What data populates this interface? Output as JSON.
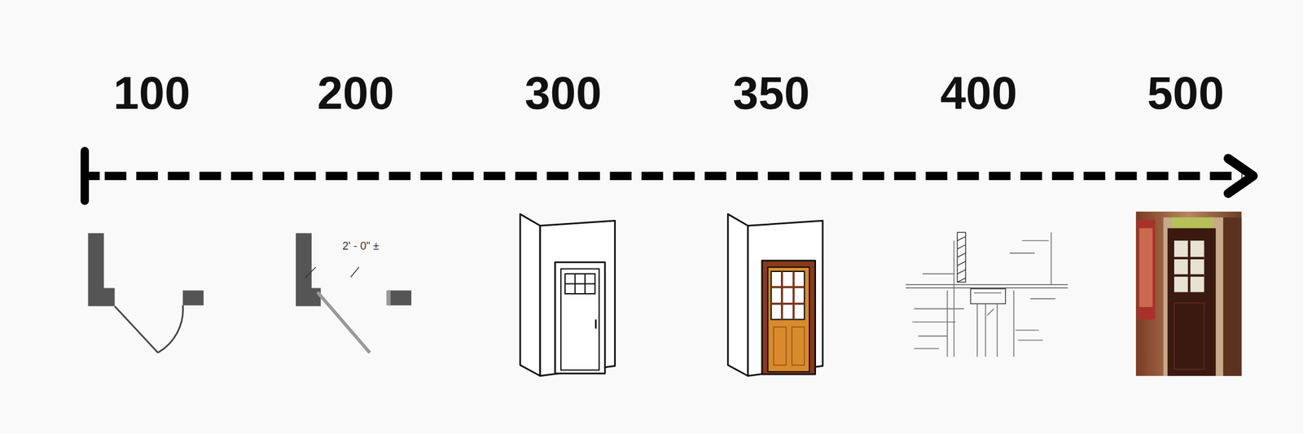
{
  "diagram": {
    "labels": [
      "100",
      "200",
      "300",
      "350",
      "400",
      "500",
      "2' - 0\" ±"
    ]
  }
}
